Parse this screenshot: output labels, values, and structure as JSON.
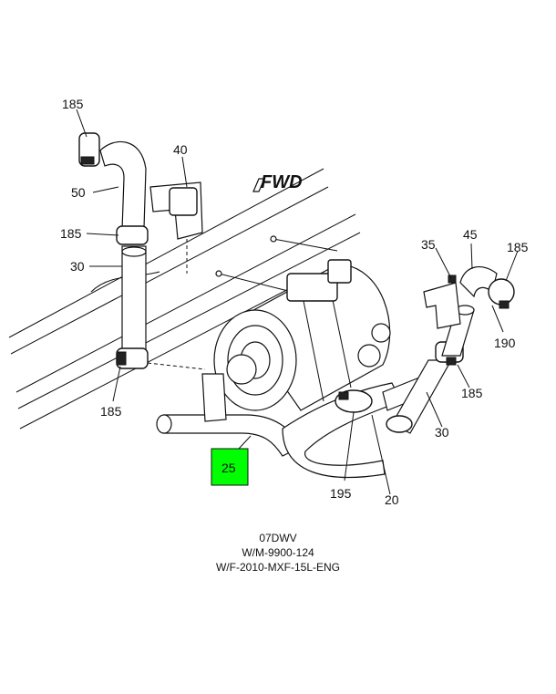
{
  "direction_label": "FWD",
  "callouts": [
    {
      "id": "c185a",
      "text": "185"
    },
    {
      "id": "c40",
      "text": "40"
    },
    {
      "id": "c50",
      "text": "50"
    },
    {
      "id": "c185b",
      "text": "185"
    },
    {
      "id": "c30a",
      "text": "30"
    },
    {
      "id": "c185c",
      "text": "185"
    },
    {
      "id": "c35",
      "text": "35"
    },
    {
      "id": "c45",
      "text": "45"
    },
    {
      "id": "c185d",
      "text": "185"
    },
    {
      "id": "c190",
      "text": "190"
    },
    {
      "id": "c185e",
      "text": "185"
    },
    {
      "id": "c30b",
      "text": "30"
    },
    {
      "id": "c195",
      "text": "195"
    },
    {
      "id": "c20",
      "text": "20"
    }
  ],
  "highlighted_callout": {
    "text": "25",
    "color": "#00ff00"
  },
  "footer": {
    "line1": "07DWV",
    "line2": "W/M-9900-124",
    "line3": "W/F-2010-MXF-15L-ENG"
  }
}
